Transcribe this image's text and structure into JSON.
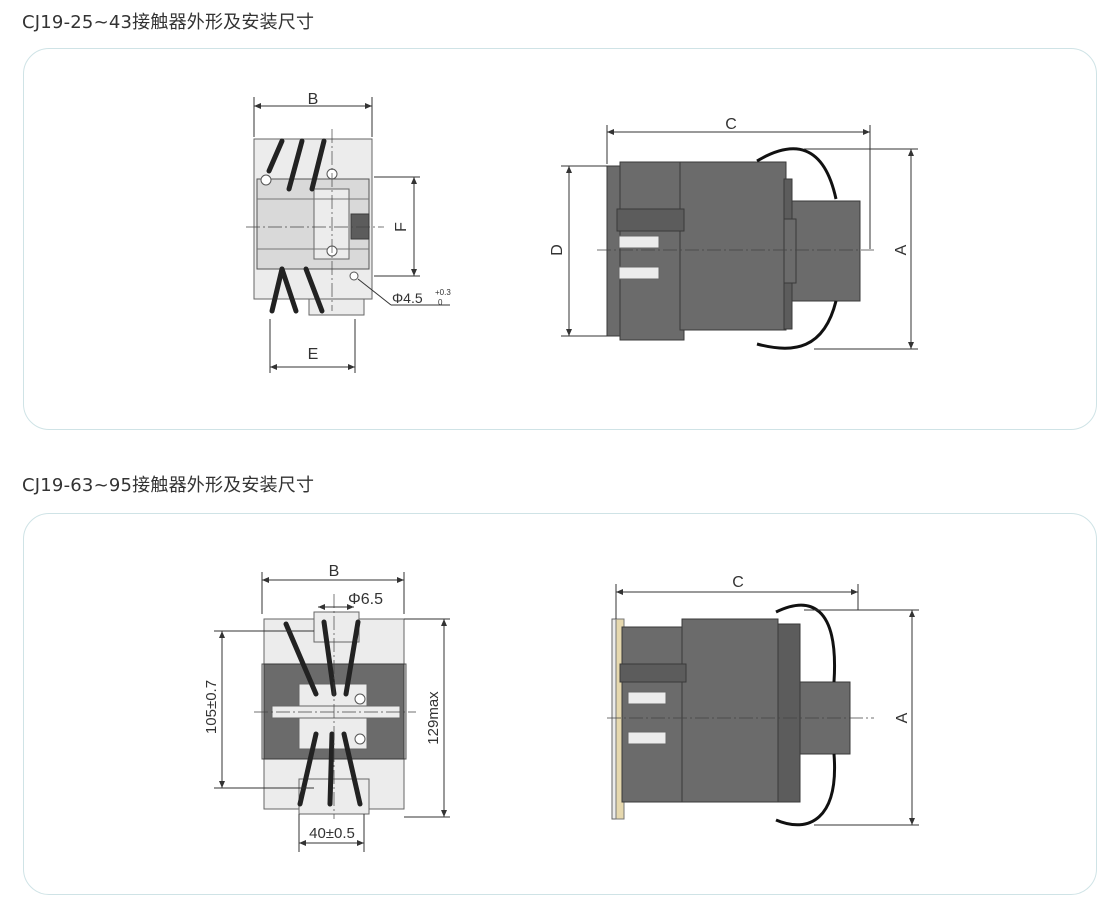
{
  "sections": [
    {
      "title": "CJ19-25~43接触器外形及安装尺寸",
      "front_labels": {
        "b": "B",
        "e": "E",
        "f": "F",
        "hole": "Φ4.5",
        "hole_tol_upper": "+0.3",
        "hole_tol_lower": "0"
      },
      "side_labels": {
        "c": "C",
        "d": "D",
        "a": "A"
      }
    },
    {
      "title": "CJ19-63~95接触器外形及安装尺寸",
      "front_labels": {
        "b": "B",
        "hole": "Φ6.5",
        "height_mount": "105±0.7",
        "height_max": "129max",
        "width_mount": "40±0.5"
      },
      "side_labels": {
        "c": "C",
        "a": "A"
      }
    }
  ]
}
